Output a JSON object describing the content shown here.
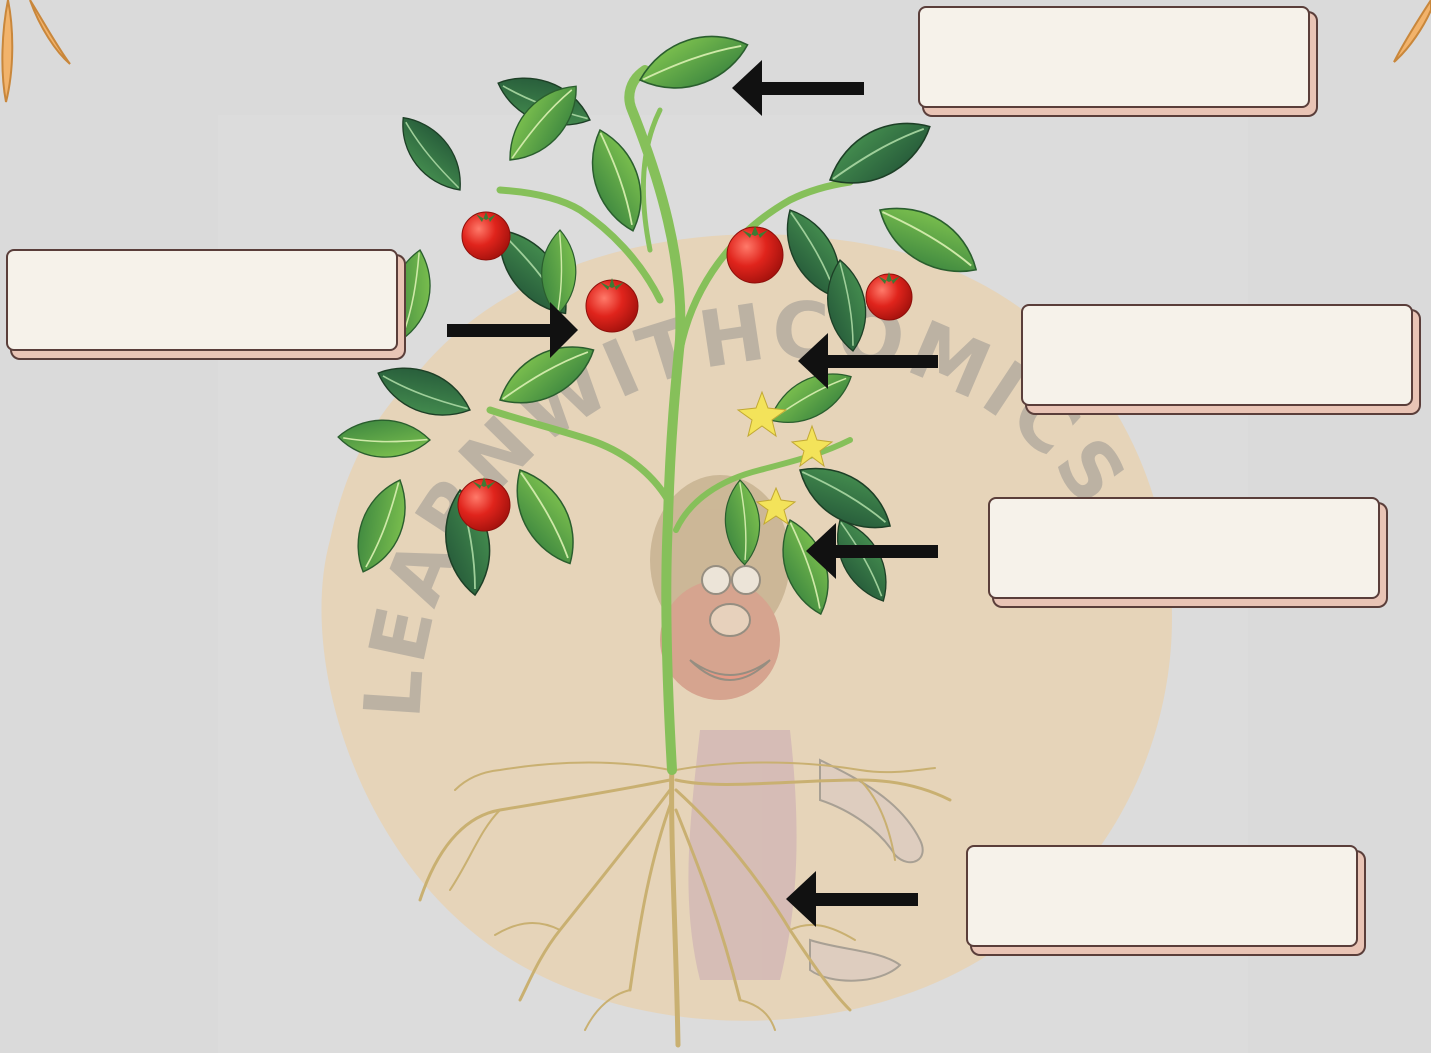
{
  "diagram": {
    "subject": "tomato-plant",
    "labels": [
      {
        "id": "leaf",
        "text": ""
      },
      {
        "id": "fruit",
        "text": ""
      },
      {
        "id": "stem",
        "text": ""
      },
      {
        "id": "flower",
        "text": ""
      },
      {
        "id": "root",
        "text": ""
      }
    ]
  },
  "watermark": {
    "text": "LEARNWITHCOMICS"
  },
  "colors": {
    "background": "#dadada",
    "box_fill": "#f6f2ea",
    "box_border": "#5a3e3a",
    "box_shadow": "#e9c4b5",
    "arrow": "#111111",
    "leaf_dark": "#2f6b3a",
    "leaf_light": "#7dbf4a",
    "stem": "#86c05a",
    "tomato": "#e0241c",
    "flower": "#f3e35a",
    "root": "#c9b071",
    "watermark_blob": "#f1c98f"
  }
}
